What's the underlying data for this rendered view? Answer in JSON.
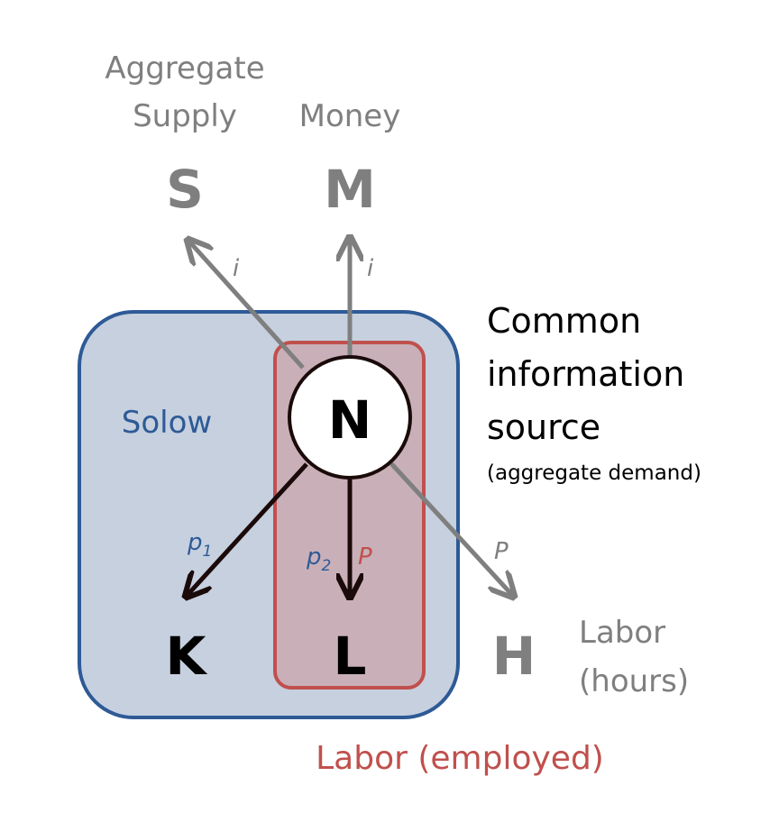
{
  "nodes": {
    "S": "S",
    "M": "M",
    "N": "N",
    "K": "K",
    "L": "L",
    "H": "H"
  },
  "labels": {
    "aggregate_supply_line1": "Aggregate",
    "aggregate_supply_line2": "Supply",
    "money": "Money",
    "solow": "Solow",
    "common_line1": "Common",
    "common_line2": "information",
    "common_line3": "source",
    "common_line4": "(aggregate demand)",
    "labor_hours_line1": "Labor",
    "labor_hours_line2": "(hours)",
    "labor_employed": "Labor (employed)"
  },
  "edge_labels": {
    "ns_i": "i",
    "nm_i": "i",
    "nk_p": "p",
    "nk_sub": "1",
    "nl_p": "p",
    "nl_sub": "2",
    "nl_P": "P",
    "nh_P": "P"
  },
  "colors": {
    "solow_fill": "#c6d0df",
    "solow_stroke": "#2e5a96",
    "labor_fill": "#c9b0b8",
    "labor_stroke": "#c0504d",
    "grey": "#7f7f7f",
    "dark": "#1a0a0a",
    "blue_text": "#2e5a96",
    "red_text": "#c0504d"
  }
}
